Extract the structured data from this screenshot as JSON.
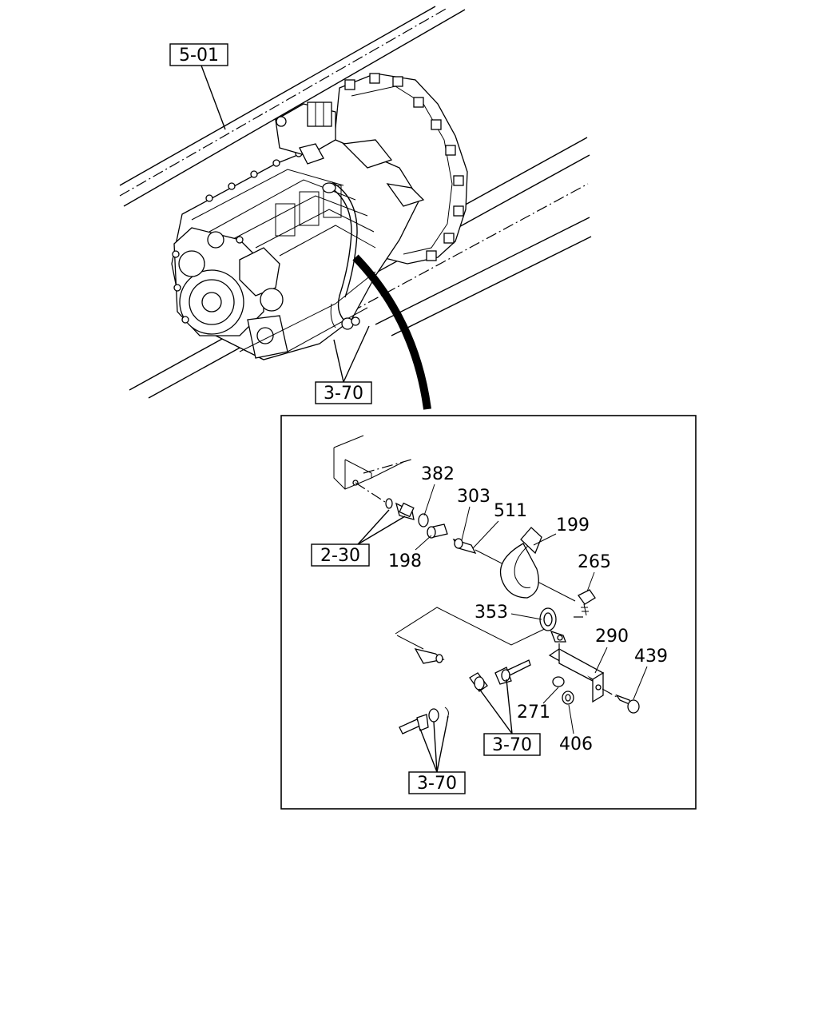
{
  "references": {
    "frame": "5-01",
    "mount_main": "3-70",
    "bracket": "2-30",
    "bolt_set_a": "3-70",
    "bolt_set_b": "3-70"
  },
  "part_numbers": {
    "p382": "382",
    "p303": "303",
    "p511": "511",
    "p199": "199",
    "p198": "198",
    "p265": "265",
    "p353": "353",
    "p290": "290",
    "p439": "439",
    "p271": "271",
    "p406": "406"
  }
}
